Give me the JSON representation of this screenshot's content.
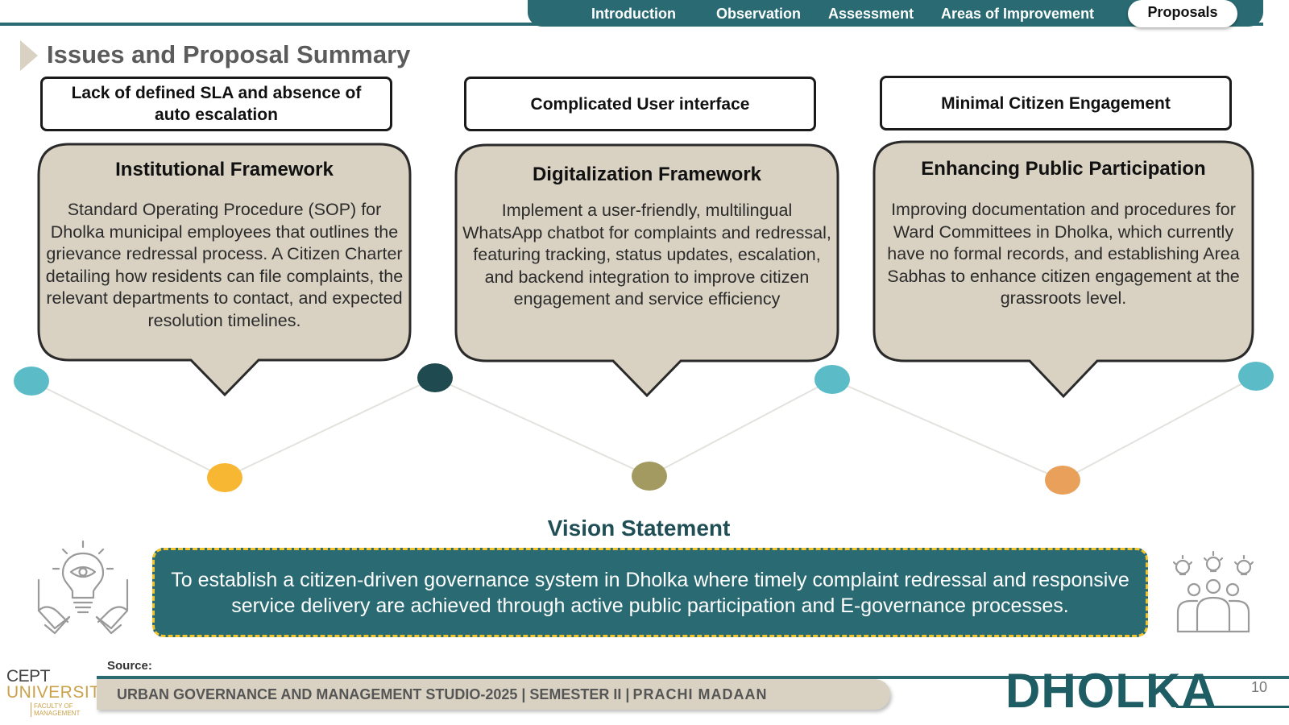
{
  "nav": {
    "items": [
      {
        "label": "Introduction"
      },
      {
        "label": "Observation"
      },
      {
        "label": "Assessment"
      },
      {
        "label": "Areas of Improvement"
      }
    ],
    "active_label": "Proposals"
  },
  "page_title": "Issues and Proposal Summary",
  "issues": [
    {
      "text": "Lack of defined SLA and absence of auto escalation"
    },
    {
      "text": "Complicated User interface"
    },
    {
      "text": "Minimal Citizen Engagement"
    }
  ],
  "proposals": [
    {
      "title": "Institutional Framework",
      "body": "Standard Operating Procedure (SOP) for Dholka municipal employees that outlines the grievance redressal process. A Citizen Charter detailing how residents can file complaints, the relevant departments to contact, and expected resolution timelines."
    },
    {
      "title": "Digitalization Framework",
      "body": "Implement a user-friendly, multilingual WhatsApp chatbot for complaints and redressal, featuring tracking, status updates, escalation, and backend integration to improve citizen engagement and service efficiency"
    },
    {
      "title": "Enhancing Public Participation",
      "body": "Improving documentation and procedures for Ward Committees in Dholka, which currently have no formal records, and establishing Area Sabhas to enhance citizen engagement at the grassroots level."
    }
  ],
  "vision": {
    "title": "Vision Statement",
    "text": "To establish a citizen-driven governance system in Dholka where timely complaint redressal and responsive service delivery are achieved through active public participation and E-governance processes."
  },
  "footer": {
    "source_label": "Source:",
    "studio": "URBAN GOVERNANCE AND MANAGEMENT STUDIO-2025 | SEMESTER II |",
    "author": "PRACHI MADAAN",
    "city": "DHOLKA",
    "page_number": "10",
    "logo_line1": "CEPT",
    "logo_line2": "UNIVERSITY",
    "logo_line3": "FACULTY OF MANAGEMENT"
  },
  "colors": {
    "teal_dark": "#2a6b73",
    "beige": "#d9d2c3",
    "dot_cyan": "#5bbcc8",
    "dot_dark": "#1e4a50",
    "dot_yellow": "#f7b733",
    "dot_olive": "#a39a62",
    "dot_orange": "#e8a05a",
    "dash_yellow": "#f2c32a"
  },
  "icons": [
    "lightbulb-eye-hands-icon",
    "people-ideas-icon"
  ]
}
